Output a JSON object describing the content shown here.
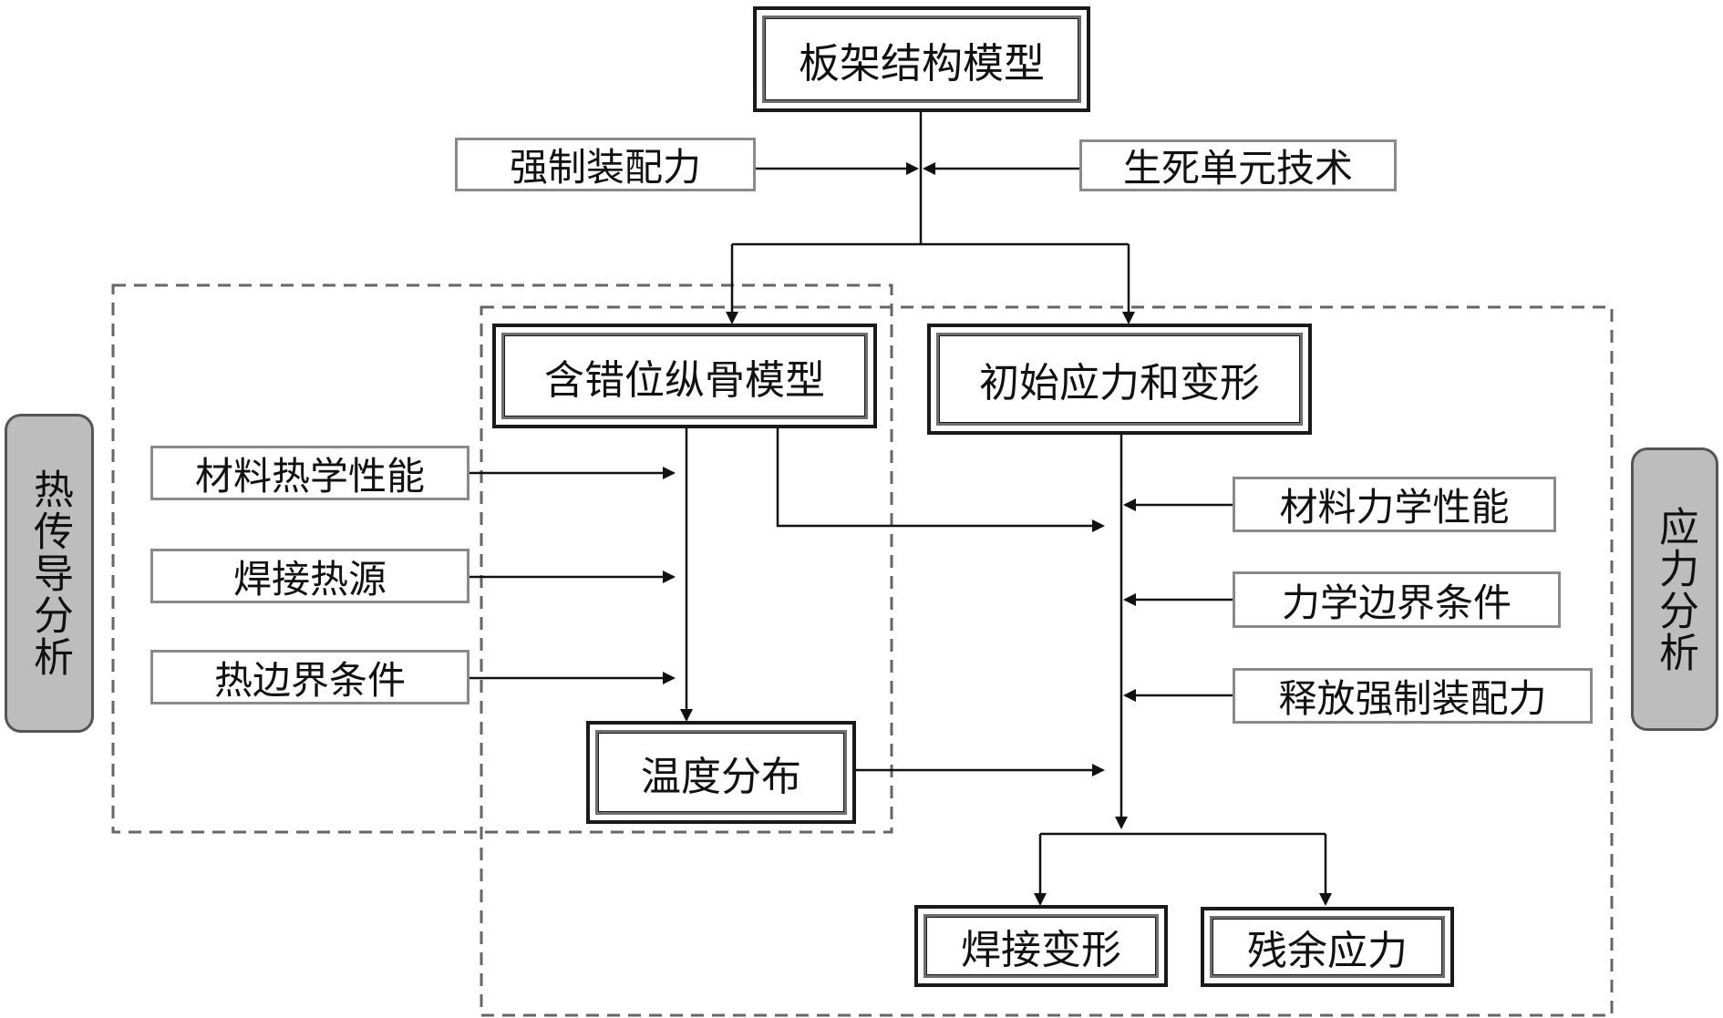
{
  "nodes": {
    "main_model": "板架结构模型",
    "forced_assembly": "强制装配力",
    "birth_death": "生死单元技术",
    "dislocated_model": "含错位纵骨模型",
    "initial_stress": "初始应力和变形",
    "material_thermal": "材料热学性能",
    "weld_heat_source": "焊接热源",
    "thermal_boundary": "热边界条件",
    "temperature_dist": "温度分布",
    "material_mechanical": "材料力学性能",
    "mechanical_boundary": "力学边界条件",
    "release_forced": "释放强制装配力",
    "weld_deformation": "焊接变形",
    "residual_stress": "残余应力"
  },
  "groups": {
    "heat_conduction": "热传导分析",
    "stress_analysis": "应力分析"
  },
  "colors": {
    "line": "#111111",
    "dashed_border": "#666666",
    "plain_border": "#8a8a8a",
    "pill_fill": "#bdbdbd"
  }
}
